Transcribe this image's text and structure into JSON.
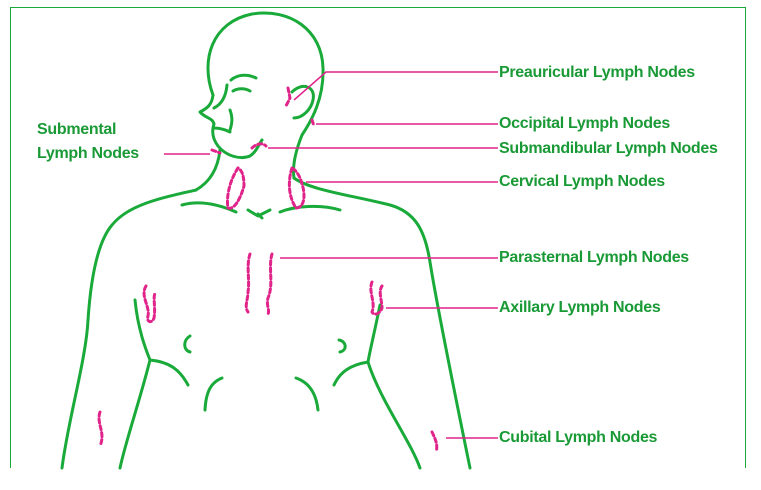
{
  "colors": {
    "outline": "#1aaa3a",
    "node": "#e0248a",
    "label": "#1a9a36"
  },
  "labels": {
    "preauricular": "Preauricular Lymph Nodes",
    "submental_line1": "Submental",
    "submental_line2": "Lymph Nodes",
    "occipital": "Occipital Lymph Nodes",
    "submandibular": "Submandibular Lymph Nodes",
    "cervical": "Cervical Lymph Nodes",
    "parasternal": "Parasternal Lymph Nodes",
    "axillary": "Axillary Lymph Nodes",
    "cubital": "Cubital Lymph Nodes"
  }
}
